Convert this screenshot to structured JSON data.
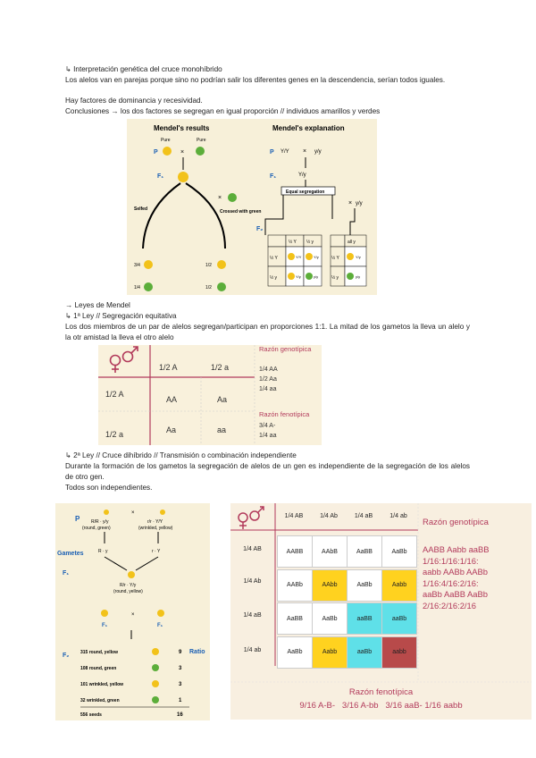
{
  "intro": {
    "heading": "↳ Interpretación genética del cruce monohíbrido",
    "para1": "Los alelos van en parejas porque sino no podrían salir los diferentes genes en la descendencia, serían todos iguales.",
    "para2": "Hay factores de dominancia y recesividad.",
    "para3": "Conclusiones → los dos factores se segregan en igual proporción // individuos amarillos y verdes"
  },
  "mendel_figure": {
    "results_title": "Mendel's results",
    "explanation_title": "Mendel's explanation",
    "pure1": "Pure",
    "pure2": "Pure",
    "p": "P",
    "f1": "F₁",
    "f2": "F₂",
    "cross": "×",
    "selfed": "Selfed",
    "crossed": "Crossed with green",
    "yy_dom": "Y/Y",
    "yy_rec": "y/y",
    "yy_het": "Y/y",
    "equal_segregation": "Equal segregation",
    "all_y": "all y",
    "frac_34": "3/4",
    "frac_14": "1/4",
    "frac_12": "1/2",
    "half_Y": "½ Y",
    "half_y": "½ y",
    "cell_YY": "Y/Y",
    "cell_Yy": "Y/y",
    "cell_yy": "y/y"
  },
  "leyes": {
    "heading": "→ Leyes de Mendel",
    "ley1": "↳ 1ª Ley // Segregación equitativa",
    "ley1_text": "Los dos miembros de un par de alelos segregan/participan en proporciones 1:1. La mitad de los gametos la lleva un alelo y la otr amistad la lleva el otro alelo"
  },
  "punnett1": {
    "col1": "1/2 A",
    "col2": "1/2 a",
    "row1": "1/2 A",
    "row2": "1/2 a",
    "c11": "AA",
    "c12": "Aa",
    "c21": "Aa",
    "c22": "aa",
    "geno_title": "Razón genotípica",
    "geno1": "1/4 AA",
    "geno2": "1/2 Aa",
    "geno3": "1/4 aa",
    "feno_title": "Razón fenotípica",
    "feno1": "3/4 A-",
    "feno2": "1/4 aa"
  },
  "ley2": {
    "heading": "↳ 2ª Ley // Cruce dihíbrido // Transmisión o combinación independiente",
    "text": "Durante la formación de los gametos la segregación de alelos de un gen es independiente de la segregación de los alelos de otro gen.",
    "text2": "Todos son independientes."
  },
  "dihybrid": {
    "p": "P",
    "gametes": "Gametes",
    "f1": "F₁",
    "f2": "F₂",
    "ratio": "Ratio",
    "parent1": "R/R · y/y",
    "parent1b": "(round, green)",
    "parent2": "r/r · Y/Y",
    "parent2b": "(wrinkled, yellow)",
    "gam1": "R · y",
    "gam2": "r · Y",
    "f1geno": "R/r · Y/y",
    "f1pheno": "(round, yellow)",
    "cross": "×",
    "rows": [
      {
        "label": "315 round, yellow",
        "ratio": "9"
      },
      {
        "label": "108 round, green",
        "ratio": "3"
      },
      {
        "label": "101 wrinkled, yellow",
        "ratio": "3"
      },
      {
        "label": "32 wrinkled, green",
        "ratio": "1"
      }
    ],
    "total": "556 seeds",
    "total_ratio": "16"
  },
  "table2": {
    "cols": [
      "1/4 AB",
      "1/4 Ab",
      "1/4 aB",
      "1/4 ab"
    ],
    "rows": [
      "1/4 AB",
      "1/4 Ab",
      "1/4 aB",
      "1/4 ab"
    ],
    "cells": [
      [
        "AABB",
        "AAbB",
        "AaBB",
        "AaBb"
      ],
      [
        "AABb",
        "AAbb",
        "AaBb",
        "Aabb"
      ],
      [
        "AaBB",
        "AaBb",
        "aaBB",
        "aaBb"
      ],
      [
        "AaBb",
        "Aabb",
        "aaBb",
        "aabb"
      ]
    ],
    "colors": [
      [
        "#ffffff",
        "#ffffff",
        "#ffffff",
        "#ffffff"
      ],
      [
        "#ffffff",
        "#ffd21f",
        "#ffffff",
        "#ffd21f"
      ],
      [
        "#ffffff",
        "#ffffff",
        "#5fe0e8",
        "#5fe0e8"
      ],
      [
        "#ffffff",
        "#ffd21f",
        "#5fe0e8",
        "#b84a4a"
      ]
    ],
    "geno_title": "Razón genotípica",
    "geno_lines": [
      "AABB Aabb aaBB",
      "1/16:1/16:1/16:",
      "aabb AABb AABb",
      "1/16:4/16:2/16:",
      "aaBb AaBB AaBb",
      "2/16:2/16:2/16"
    ],
    "feno_title": "Razón fenotípica",
    "feno_line": "9/16 A-B-   3/16 A-bb   3/16 aaB- 1/16 aabb"
  }
}
